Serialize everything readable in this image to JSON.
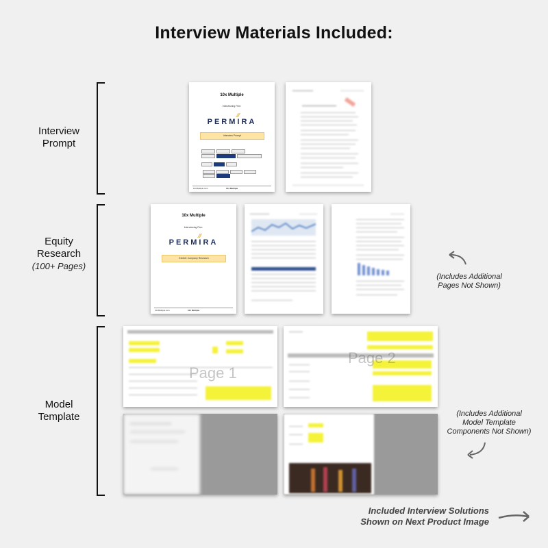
{
  "title": "Interview Materials Included:",
  "sections": {
    "interview_prompt": {
      "label_line1": "Interview",
      "label_line2": "Prompt"
    },
    "equity_research": {
      "label_line1": "Equity",
      "label_line2": "Research",
      "sub": "(100+ Pages)"
    },
    "model_template": {
      "label_line1": "Model",
      "label_line2": "Template"
    }
  },
  "cover_pages": {
    "brand": "10x Multiple",
    "subtitle": "Interviewing Firm:",
    "logo_text": "PERMIRA",
    "prompt_bar": "Interview Prompt",
    "research_bar": "Exhibit: Company Research",
    "footer_left": "10xMultiple.com",
    "footer_center": "10x Multiple"
  },
  "model_pages": {
    "page1_watermark": "Page 1",
    "page2_watermark": "Page 2"
  },
  "notes": {
    "research_line1": "(Includes Additional",
    "research_line2": "Pages Not Shown)",
    "model_line1": "(Includes Additional",
    "model_line2": "Model Template",
    "model_line3": "Components Not Shown)"
  },
  "solutions": {
    "line1": "Included Interview Solutions",
    "line2": "Shown on Next Product Image"
  },
  "colors": {
    "background": "#f0f0f0",
    "accent_yellow": "#fde3a4",
    "permira_navy": "#1d2d5a",
    "highlight": "#f5f23a"
  }
}
